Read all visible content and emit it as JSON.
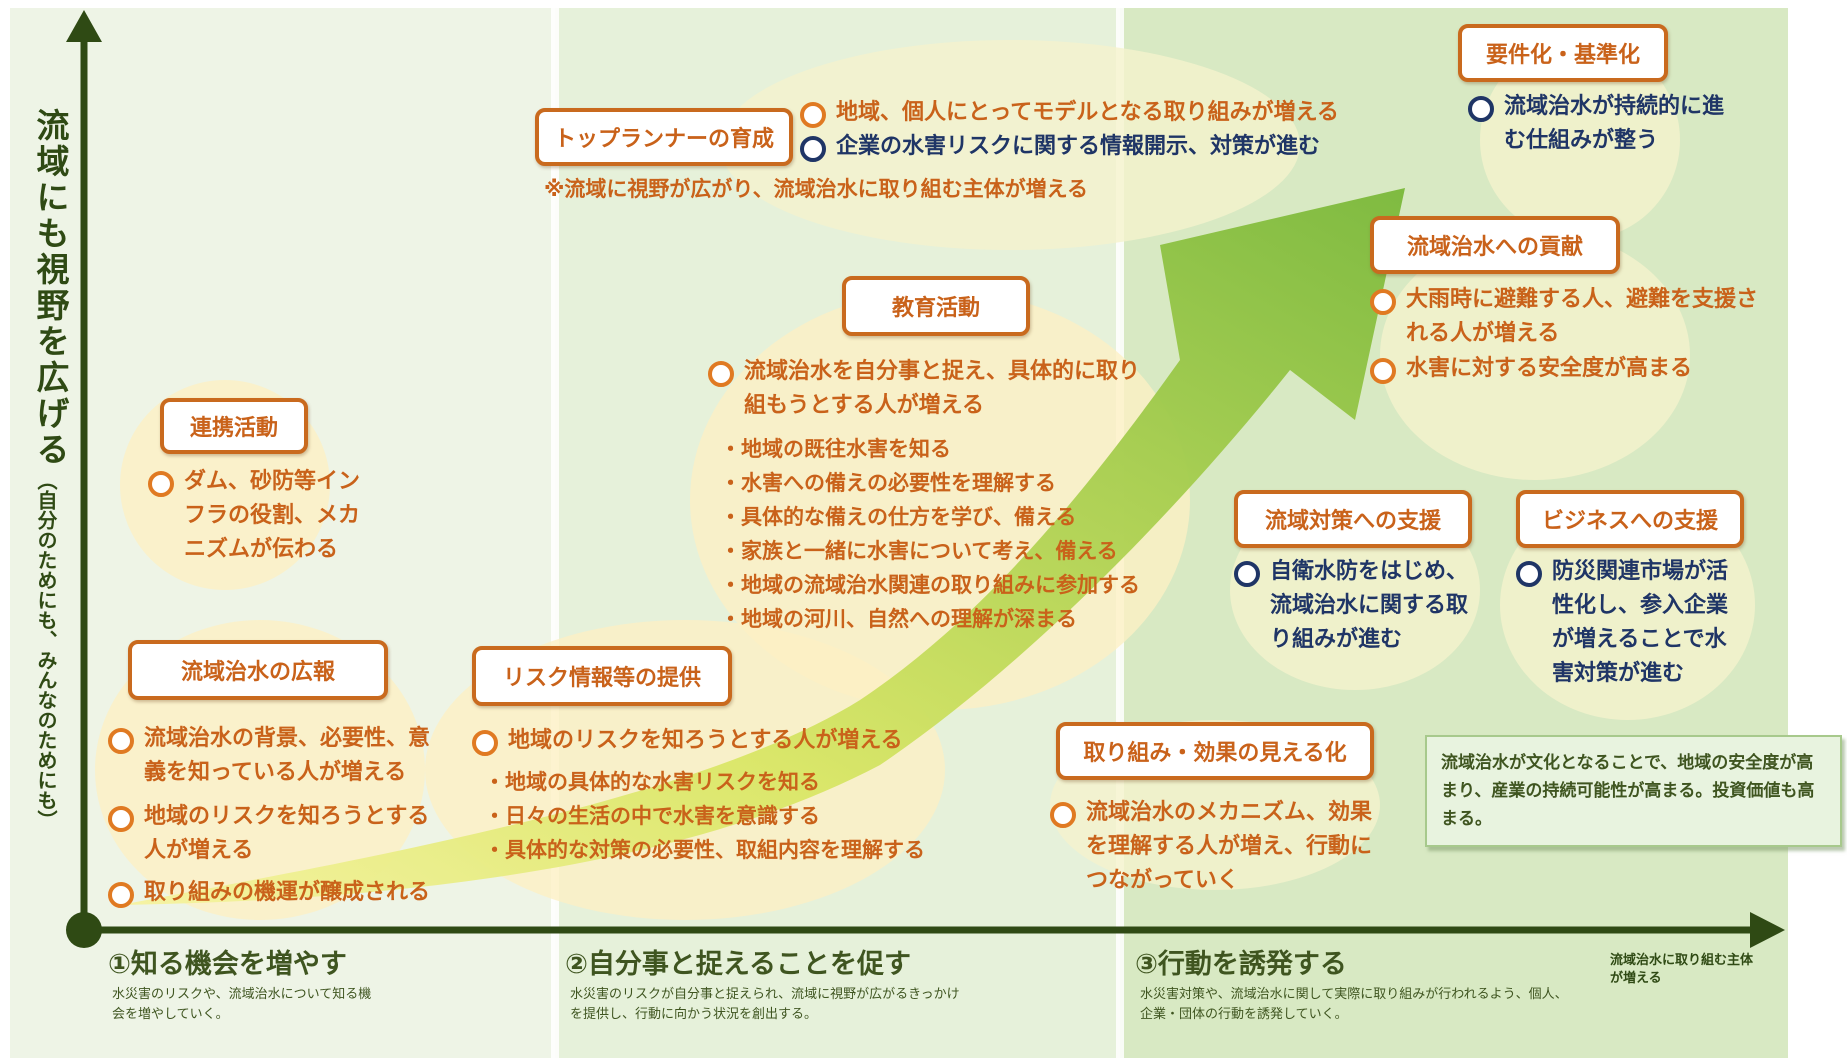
{
  "y_axis": {
    "label": "流域にも視野を広げる",
    "sub_label": "（自分のためにも、みんなのためにも）"
  },
  "x_axis": {
    "label": "流域治水に取り組む主体が増える"
  },
  "phases": [
    {
      "title": "①知る機会を増やす",
      "desc": "水災害のリスクや、流域治水について知る機会を増やしていく。"
    },
    {
      "title": "②自分事と捉えることを促す",
      "desc": "水災害のリスクが自分事と捉えられ、流域に視野が広がるきっかけを提供し、行動に向かう状況を創出する。"
    },
    {
      "title": "③行動を誘発する",
      "desc": "水災害対策や、流域治水に関して実際に取り組みが行われるよう、個人、企業・団体の行動を誘発していく。"
    }
  ],
  "renkei": {
    "label": "連携活動",
    "items": [
      "ダム、砂防等インフラの役割、メカニズムが伝わる"
    ]
  },
  "kouhou": {
    "label": "流域治水の広報",
    "items": [
      "流域治水の背景、必要性、意義を知っている人が増える",
      "地域のリスクを知ろうとする人が増える",
      "取り組みの機運が醸成される"
    ]
  },
  "risk": {
    "label": "リスク情報等の提供",
    "items": [
      "地域のリスクを知ろうとする人が増える"
    ],
    "subs": [
      "・地域の具体的な水害リスクを知る",
      "・日々の生活の中で水害を意識する",
      "・具体的な対策の必要性、取組内容を理解する"
    ]
  },
  "kyoiku": {
    "label": "教育活動",
    "items": [
      "流域治水を自分事と捉え、具体的に取り組もうとする人が増える"
    ],
    "subs": [
      "・地域の既往水害を知る",
      "・水害への備えの必要性を理解する",
      "・具体的な備えの仕方を学び、備える",
      "・家族と一緒に水害について考え、備える",
      "・地域の流域治水関連の取り組みに参加する",
      "・地域の河川、自然への理解が深まる"
    ]
  },
  "top": {
    "label": "トップランナーの育成",
    "items": [
      "地域、個人にとってモデルとなる取り組みが増える",
      "企業の水害リスクに関する情報開示、対策が進む"
    ],
    "note": "※流域に視野が広がり、流域治水に取り組む主体が増える"
  },
  "youken": {
    "label": "要件化・基準化",
    "items": [
      "流域治水が持続的に進む仕組みが整う"
    ]
  },
  "kouken": {
    "label": "流域治水への貢献",
    "items": [
      "大雨時に避難する人、避難を支援される人が増える",
      "水害に対する安全度が高まる"
    ]
  },
  "taisaku": {
    "label": "流域対策への支援",
    "items": [
      "自衛水防をはじめ、流域治水に関する取り組みが進む"
    ]
  },
  "business": {
    "label": "ビジネスへの支援",
    "items": [
      "防災関連市場が活性化し、参入企業が増えることで水害対策が進む"
    ]
  },
  "mieruka": {
    "label": "取り組み・効果の見える化",
    "items": [
      "流域治水のメカニズム、効果を理解する人が増え、行動につながっていく"
    ]
  },
  "conclusion": "流域治水が文化となることで、地域の安全度が高まり、産業の持続可能性が高まる。投資価値も高まる。",
  "colors": {
    "orange": "#c9621a",
    "navy": "#1f3566",
    "green_arrow": "#8cc63f",
    "axis": "#2f4a14"
  }
}
